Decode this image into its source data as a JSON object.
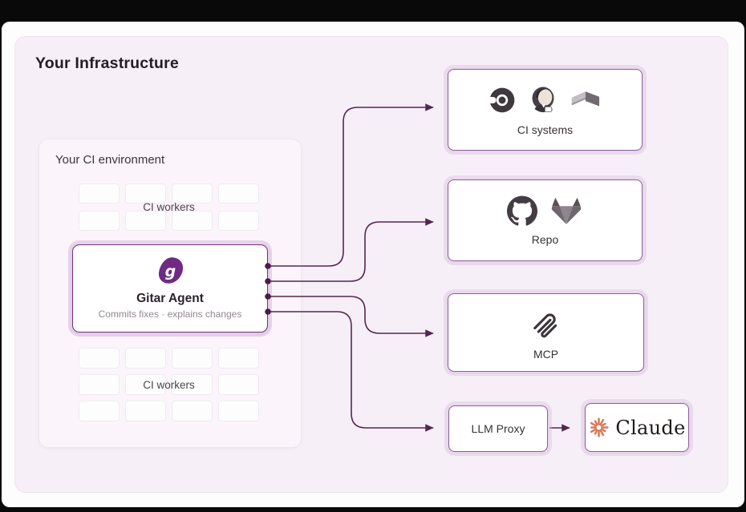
{
  "window": {
    "title": "Your Infrastructure"
  },
  "ci_environment": {
    "label": "Your CI environment",
    "top_cluster_label": "CI workers",
    "bottom_cluster_label": "CI workers"
  },
  "gitar_agent": {
    "name": "Gitar Agent",
    "description": "Commits fixes · explains changes"
  },
  "nodes": {
    "ci_systems": {
      "label": "CI systems",
      "icons": [
        "circleci-icon",
        "jenkins-icon",
        "build-ribbon-icon"
      ]
    },
    "repo": {
      "label": "Repo",
      "icons": [
        "github-icon",
        "gitlab-icon"
      ]
    },
    "mcp": {
      "label": "MCP",
      "icons": [
        "mcp-icon"
      ]
    },
    "llm_proxy": {
      "label": "LLM Proxy"
    },
    "claude": {
      "label": "Claude",
      "icons": [
        "claude-spark-icon"
      ]
    }
  },
  "edges": [
    {
      "from": "gitar-agent",
      "to": "ci-systems"
    },
    {
      "from": "gitar-agent",
      "to": "repo"
    },
    {
      "from": "gitar-agent",
      "to": "mcp"
    },
    {
      "from": "gitar-agent",
      "to": "llm-proxy"
    },
    {
      "from": "llm-proxy",
      "to": "claude"
    }
  ],
  "colors": {
    "accent_purple": "#6f2b84",
    "connector_plum": "#552651",
    "panel_pink": "#f7eff7",
    "claude_orange": "#d97757"
  }
}
